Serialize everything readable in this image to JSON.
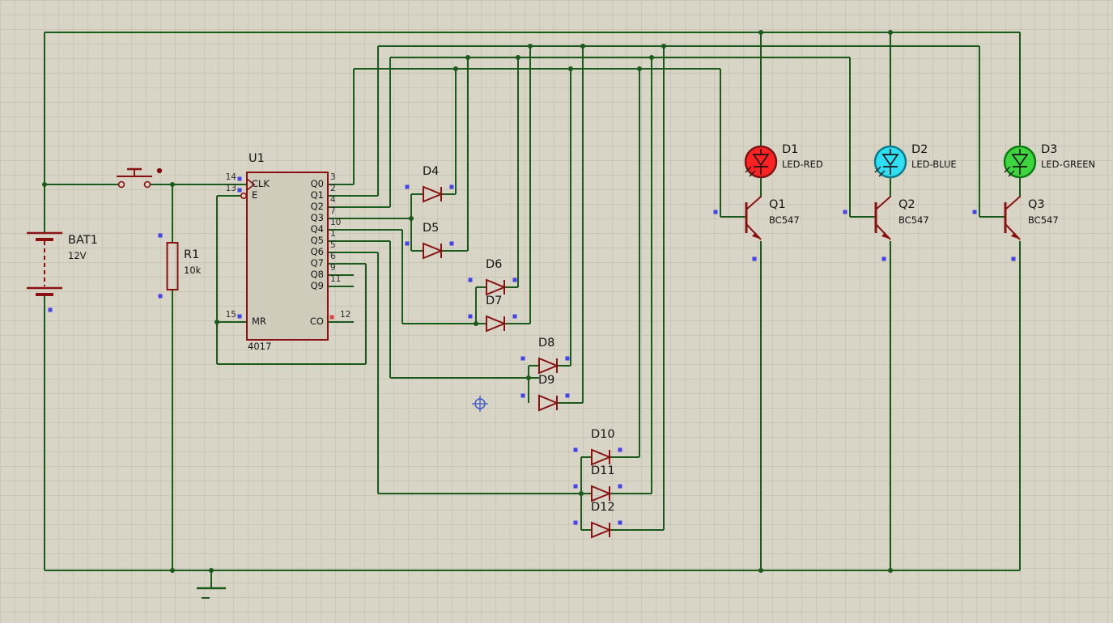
{
  "colors": {
    "wire": "#1a5a1a",
    "component": "#8a1111",
    "ic_fill": "#cfccbc",
    "background": "#d8d5c7",
    "grid_line": "#c9c6b8",
    "marker_blue": "#4343e8",
    "marker_red": "#e04040",
    "led_red": "#ff2222",
    "led_blue": "#2fe0f5",
    "led_green": "#3ed53e"
  },
  "battery": {
    "ref": "BAT1",
    "value": "12V"
  },
  "resistor": {
    "ref": "R1",
    "value": "10k"
  },
  "ic": {
    "ref": "U1",
    "value": "4017",
    "left_pins": [
      {
        "num": "14",
        "name": "CLK"
      },
      {
        "num": "13",
        "name": "E"
      },
      {
        "num": "15",
        "name": "MR"
      }
    ],
    "right_pins": [
      {
        "num": "3",
        "name": "Q0"
      },
      {
        "num": "2",
        "name": "Q1"
      },
      {
        "num": "4",
        "name": "Q2"
      },
      {
        "num": "7",
        "name": "Q3"
      },
      {
        "num": "10",
        "name": "Q4"
      },
      {
        "num": "1",
        "name": "Q5"
      },
      {
        "num": "5",
        "name": "Q6"
      },
      {
        "num": "6",
        "name": "Q7"
      },
      {
        "num": "9",
        "name": "Q8"
      },
      {
        "num": "11",
        "name": "Q9"
      },
      {
        "num": "12",
        "name": "CO"
      }
    ]
  },
  "diodes": [
    {
      "ref": "D4"
    },
    {
      "ref": "D5"
    },
    {
      "ref": "D6"
    },
    {
      "ref": "D7"
    },
    {
      "ref": "D8"
    },
    {
      "ref": "D9"
    },
    {
      "ref": "D10"
    },
    {
      "ref": "D11"
    },
    {
      "ref": "D12"
    }
  ],
  "leds": [
    {
      "ref": "D1",
      "model": "LED-RED"
    },
    {
      "ref": "D2",
      "model": "LED-BLUE"
    },
    {
      "ref": "D3",
      "model": "LED-GREEN"
    }
  ],
  "transistors": [
    {
      "ref": "Q1",
      "model": "BC547"
    },
    {
      "ref": "Q2",
      "model": "BC547"
    },
    {
      "ref": "Q3",
      "model": "BC547"
    }
  ]
}
